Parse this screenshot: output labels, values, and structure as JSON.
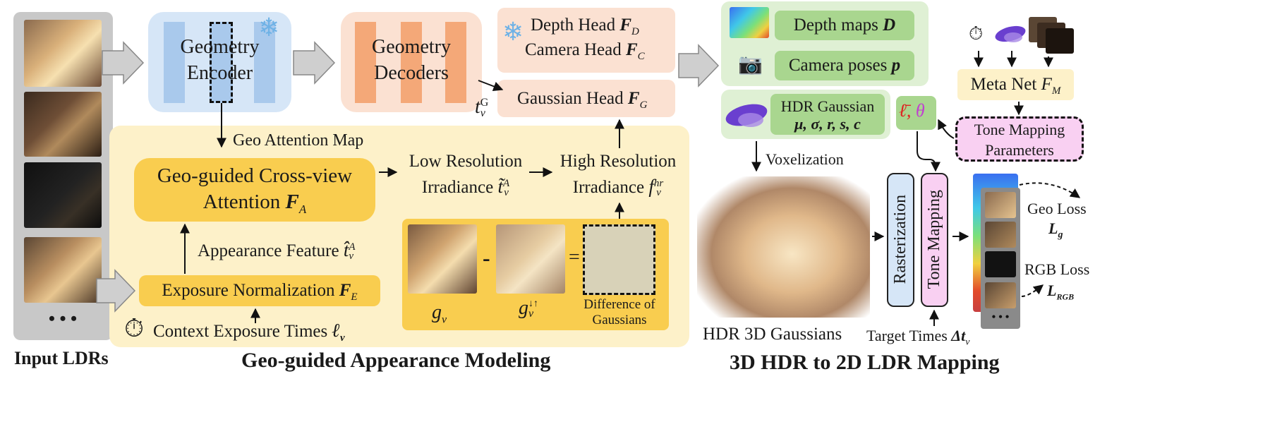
{
  "input": {
    "caption": "Input LDRs",
    "ellipsis": "• • •"
  },
  "encoder": {
    "title_line1": "Geometry",
    "title_line2": "Encoder"
  },
  "decoders": {
    "title_line1": "Geometry",
    "title_line2": "Decoders"
  },
  "heads": {
    "depth": "Depth Head",
    "depth_sym": "F",
    "depth_sub": "D",
    "camera": "Camera Head",
    "camera_sym": "F",
    "camera_sub": "C",
    "gaussian": "Gaussian Head",
    "gaussian_sym": "F",
    "gaussian_sub": "G",
    "token": "t",
    "token_sub": "v",
    "token_sup": "G"
  },
  "appearance": {
    "section_title": "Geo-guided Appearance Modeling",
    "geo_attention_map": "Geo Attention Map",
    "cross_view_line1": "Geo-guided Cross-view",
    "cross_view_line2": "Attention",
    "cross_view_sym": "F",
    "cross_view_sub": "A",
    "low_res_line1": "Low Resolution",
    "low_res_line2": "Irradiance",
    "low_res_sym": "t̃",
    "low_res_sub": "v",
    "low_res_sup": "A",
    "high_res_line1": "High Resolution",
    "high_res_line2": "Irradiance",
    "high_res_sym": "f",
    "high_res_sub": "v",
    "high_res_sup": "hr",
    "appearance_feature": "Appearance Feature",
    "appearance_sym": "t̂",
    "appearance_sub": "v",
    "appearance_sup": "A",
    "exposure_norm": "Exposure Normalization",
    "exposure_sym": "F",
    "exposure_sub": "E",
    "context_times": "Context Exposure Times",
    "context_sym": "ℓ",
    "context_sub": "v",
    "g_sym": "g",
    "g_sub": "v",
    "g_down_sup": "↓↑",
    "minus": "-",
    "equals": "=",
    "dog_line1": "Difference of",
    "dog_line2": "Gaussians"
  },
  "mapping": {
    "section_title": "3D HDR to 2D LDR Mapping",
    "depth_maps": "Depth maps",
    "depth_maps_sym": "D",
    "camera_poses": "Camera poses",
    "camera_poses_sym": "p",
    "hdr_gaussian": "HDR Gaussian",
    "hdr_params": "μ, σ, r, s, c",
    "ell_bar": "ℓ̄",
    "comma": ",",
    "theta": "θ",
    "meta_net": "Meta Net",
    "meta_sym": "F",
    "meta_sub": "M",
    "tone_params_line1": "Tone Mapping",
    "tone_params_line2": "Parameters",
    "voxelization": "Voxelization",
    "rasterization": "Rasterization",
    "tone_mapping": "Tone Mapping",
    "hdr_3d_gaussians": "HDR 3D Gaussians",
    "target_times": "Target Times",
    "target_sym": "Δt",
    "target_sub": "v",
    "geo_loss": "Geo Loss",
    "geo_loss_sym": "L",
    "geo_loss_sub": "g",
    "rgb_loss": "RGB Loss",
    "rgb_loss_sym": "L",
    "rgb_loss_sub": "RGB",
    "out_ellipsis": "• • •"
  },
  "colors": {
    "blue_panel": "#d6e6f7",
    "blue_bar": "#a9c9ec",
    "orange_panel": "#fbe1d2",
    "orange_bar": "#f4a878",
    "yellow_panel": "#fdf1c9",
    "yellow_strong": "#f9cd4f",
    "green_panel": "#dff0d4",
    "green_strong": "#a9d68f",
    "pink_panel": "#f9d0f2",
    "gray_strip": "#c8c8c8"
  }
}
